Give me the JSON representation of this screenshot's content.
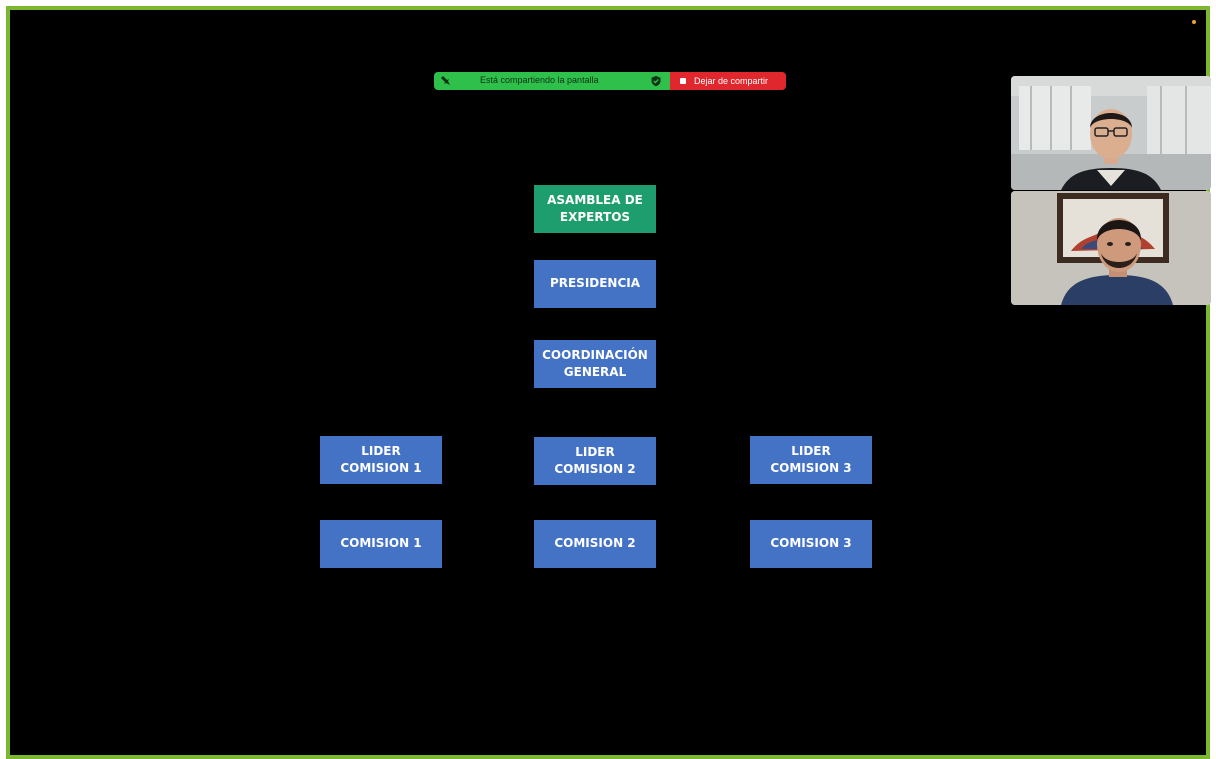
{
  "share_bar": {
    "status_text": "Está compartiendo la pantalla",
    "stop_label": "Dejar de compartir",
    "pin_icon": "pin-icon",
    "shield_icon": "shield-check-icon",
    "stop_icon": "stop-square-icon"
  },
  "org_chart": {
    "asamblea": "ASAMBLEA DE EXPERTOS",
    "presidencia": "PRESIDENCIA",
    "coordinacion": "COORDINACIÓN GENERAL",
    "lider_1": "LIDER COMISION 1",
    "lider_2": "LIDER COMISION 2",
    "lider_3": "LIDER COMISION 3",
    "comision_1": "COMISION 1",
    "comision_2": "COMISION 2",
    "comision_3": "COMISION 3"
  },
  "colors": {
    "frame_border": "#7cb82f",
    "share_green": "#2fbf4b",
    "share_red": "#e0272d",
    "box_blue": "#4472c4",
    "box_green": "#1e9e6e"
  }
}
